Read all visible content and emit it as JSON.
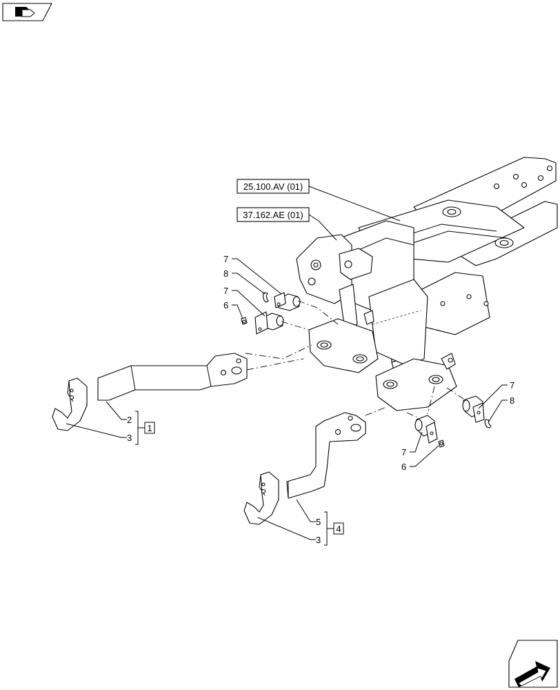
{
  "reference_boxes": [
    "25.100.AV (01)",
    "37.162.AE (01)"
  ],
  "callouts": {
    "left_pins": [
      "7",
      "8",
      "7",
      "6"
    ],
    "right_pins": [
      "7",
      "8",
      "7",
      "6"
    ],
    "upper_hook_assembly": [
      "2",
      "3",
      "1"
    ],
    "lower_hook_assembly": [
      "5",
      "3",
      "4"
    ]
  },
  "icons": [
    "nav-prev-icon",
    "nav-next-icon"
  ]
}
